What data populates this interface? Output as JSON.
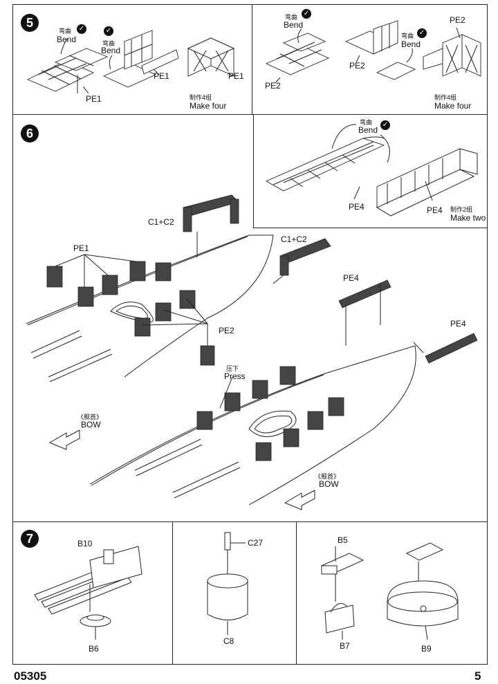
{
  "steps": [
    {
      "number": "5"
    },
    {
      "number": "6"
    },
    {
      "number": "7"
    }
  ],
  "step5": {
    "left": {
      "bend_cn_1": "弯曲",
      "bend_en_1": "Bend",
      "bend_cn_2": "弯曲",
      "bend_en_2": "Bend",
      "parts": [
        "PE1",
        "PE1",
        "PE1"
      ],
      "make_cn": "制作4组",
      "make_en": "Make four"
    },
    "right": {
      "bend_cn_1": "弯曲",
      "bend_en_1": "Bend",
      "bend_cn_2": "弯曲",
      "bend_en_2": "Bend",
      "parts": [
        "PE2",
        "PE2",
        "PE2"
      ],
      "make_cn": "制作4组",
      "make_en": "Make four"
    }
  },
  "step6": {
    "inset": {
      "bend_cn": "弯曲",
      "bend_en": "Bend",
      "parts": [
        "PE4",
        "PE4"
      ],
      "make_cn": "制作2组",
      "make_en": "Make two"
    },
    "labels": {
      "c1c2_a": "C1+C2",
      "c1c2_b": "C1+C2",
      "pe1": "PE1",
      "pe2": "PE2",
      "pe4_a": "PE4",
      "pe4_b": "PE4",
      "press_cn": "压下",
      "press_en": "Press",
      "bow_cn_1": "《舰首》",
      "bow_en_1": "BOW",
      "bow_cn_2": "《舰首》",
      "bow_en_2": "BOW"
    }
  },
  "step7": {
    "b10": "B10",
    "b6": "B6",
    "c27": "C27",
    "c8": "C8",
    "b5": "B5",
    "b7": "B7",
    "b9": "B9"
  },
  "footer": {
    "code": "05305",
    "page": "5"
  },
  "icons": {
    "check": "check-circle-icon",
    "arrow": "bow-arrow-icon"
  }
}
